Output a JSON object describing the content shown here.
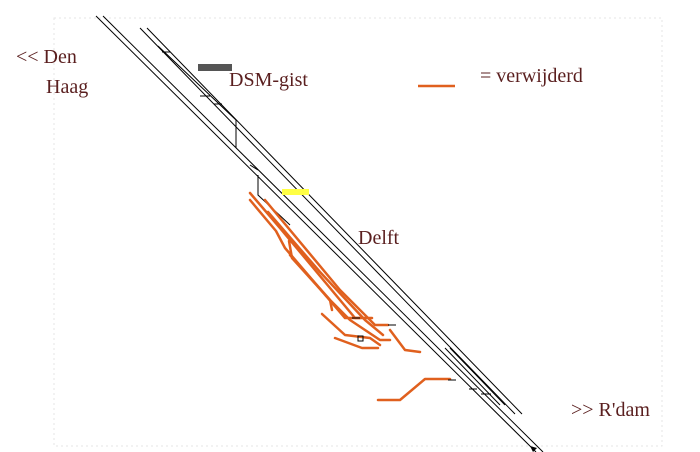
{
  "labels": {
    "den_haag_line1": "<< Den",
    "den_haag_line2": "Haag",
    "dsm": "DSM-gist",
    "delft": "Delft",
    "rdam": ">> R'dam",
    "legend": "= verwijderd"
  },
  "colors": {
    "track": "#000000",
    "removed": "#e0601e",
    "dsm_block": "#555555",
    "highlight": "#ffff44",
    "text": "#5a1f1f"
  }
}
